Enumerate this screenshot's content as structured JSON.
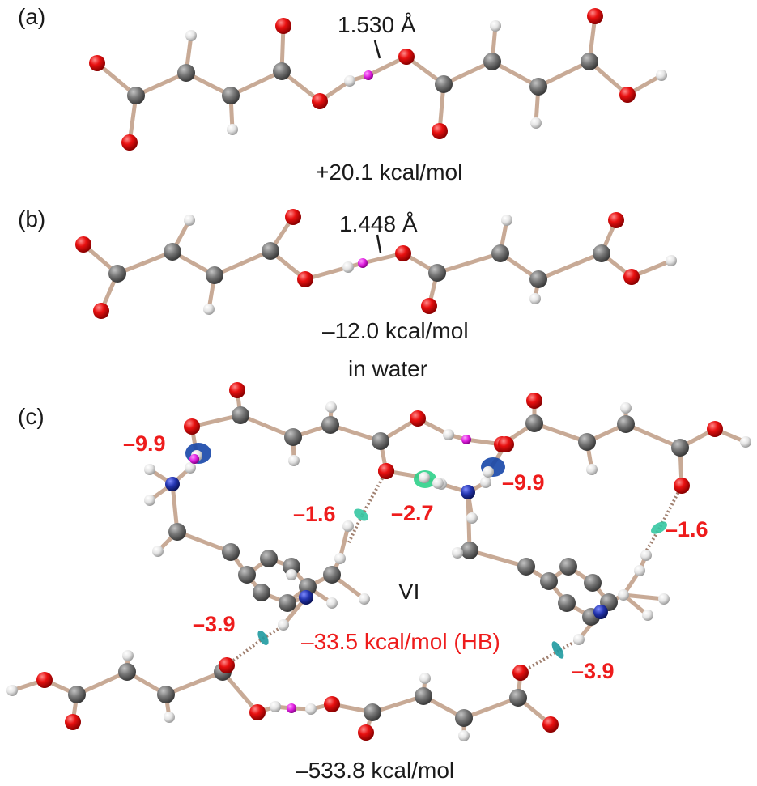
{
  "figure": {
    "panels": [
      {
        "label": "(a)",
        "bond_length": "1.530 Å",
        "energy": "+20.1 kcal/mol"
      },
      {
        "label": "(b)",
        "bond_length": "1.448 Å",
        "energy": "–12.0 kcal/mol",
        "medium": "in water"
      },
      {
        "label": "(c)",
        "complex": "VI",
        "hb_energy": "–33.5 kcal/mol (HB)",
        "total_energy": "–533.8 kcal/mol",
        "interactions": [
          "–9.9",
          "–9.9",
          "–1.6",
          "–2.7",
          "–1.6",
          "–3.9",
          "–3.9"
        ]
      }
    ],
    "colors": {
      "oxygen": "#e00000",
      "carbon": "#6e6e6e",
      "hydrogen": "#e6e6e6",
      "nitrogen": "#1f2f9a",
      "bcp": "#e020e0",
      "bond": "#c8aa96",
      "hbond": "#a08070",
      "energy_text": "#ee1c1c"
    }
  }
}
